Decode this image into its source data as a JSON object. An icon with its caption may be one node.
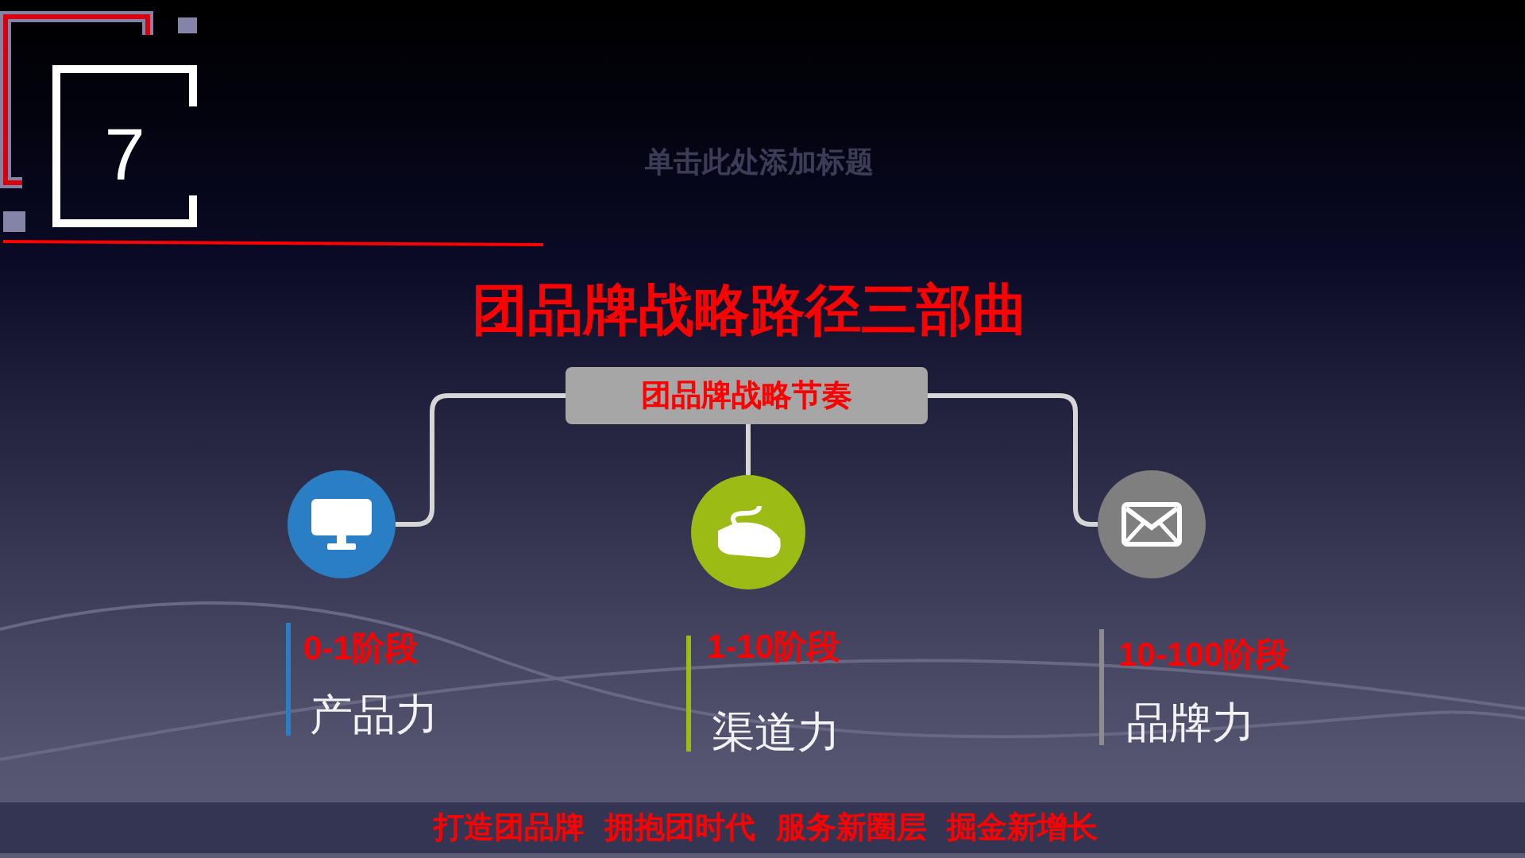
{
  "diagram": {
    "title": "团品牌战略路径三部曲",
    "nodes": [
      {
        "text": [
          "7"
        ]
      },
      {
        "text": [
          "团品牌战略节奏"
        ]
      },
      {
        "text": [],
        "shape": "circle",
        "beside": [
          "0-1阶段",
          "产品力"
        ]
      },
      {
        "text": [],
        "shape": "circle",
        "beside": [
          "1-10阶段",
          "渠道力"
        ]
      },
      {
        "text": [],
        "shape": "circle",
        "beside": [
          "10-100阶段",
          "品牌力"
        ]
      },
      {
        "text": [
          "打造团品牌 拥抱团时代 服务新圈层 掘金新增长"
        ]
      }
    ],
    "edges": [
      {
        "from": 1,
        "to": 2,
        "arrow": "none"
      },
      {
        "from": 1,
        "to": 3,
        "arrow": "none"
      },
      {
        "from": 1,
        "to": 4,
        "arrow": "none"
      }
    ],
    "labels": [
      "单击此处添加标题"
    ]
  }
}
